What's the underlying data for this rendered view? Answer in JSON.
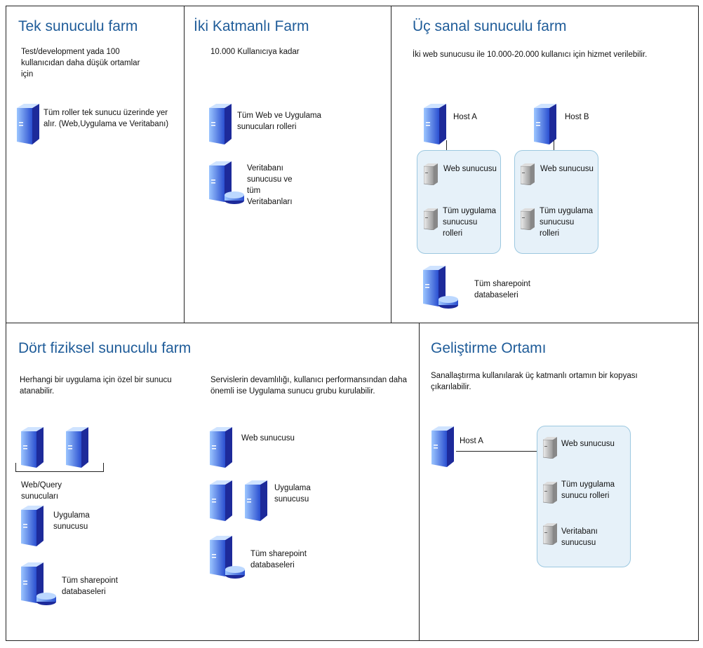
{
  "panels": {
    "single": {
      "title": "Tek sunuculu farm",
      "desc": "Test/development yada 100 kullanıcıdan daha düşük ortamlar için",
      "server_label": "Tüm roller tek sunucu üzerinde yer alır. (Web,Uygulama ve Veritabanı)"
    },
    "two_tier": {
      "title": "İki Katmanlı Farm",
      "desc": "10.000 Kullanıcıya kadar",
      "web_app_label": "Tüm Web ve Uygulama sunucuları rolleri",
      "db_label": "Veritabanı sunucusu ve tüm Veritabanları"
    },
    "three_vm": {
      "title": "Üç sanal sunuculu farm",
      "desc": "İki web sunucusu ile 10.000-20.000 kullanıcı için hizmet verilebilir.",
      "host_a": "Host A",
      "host_b": "Host B",
      "web": "Web sunucusu",
      "app": "Tüm uygulama sunucusu rolleri",
      "db": "Tüm sharepoint databaseleri"
    },
    "four_phys": {
      "title": "Dört fiziksel sunuculu farm",
      "desc_left": "Herhangi bir uygulama için özel bir sunucu atanabilir.",
      "desc_right": "Servislerin devamlılığı, kullanıcı performansından daha önemli ise  Uygulama sunucu grubu kurulabilir.",
      "webquery": "Web/Query sunucuları",
      "app": "Uygulama sunucusu",
      "db": "Tüm sharepoint databaseleri",
      "web_r": "Web sunucusu",
      "app_r": "Uygulama sunucusu",
      "db_r": "Tüm sharepoint databaseleri"
    },
    "dev": {
      "title": "Geliştirme Ortamı",
      "desc": "Sanallaştırma kullanılarak üç katmanlı ortamın bir kopyası çıkarılabilir.",
      "host_a": "Host A",
      "web": "Web sunucusu",
      "app": "Tüm uygulama sunucu rolleri",
      "db": "Veritabanı sunucusu"
    }
  },
  "colors": {
    "title": "#1f5c99",
    "vm_box": "#e6f1f9",
    "vm_border": "#9cc8e0"
  }
}
